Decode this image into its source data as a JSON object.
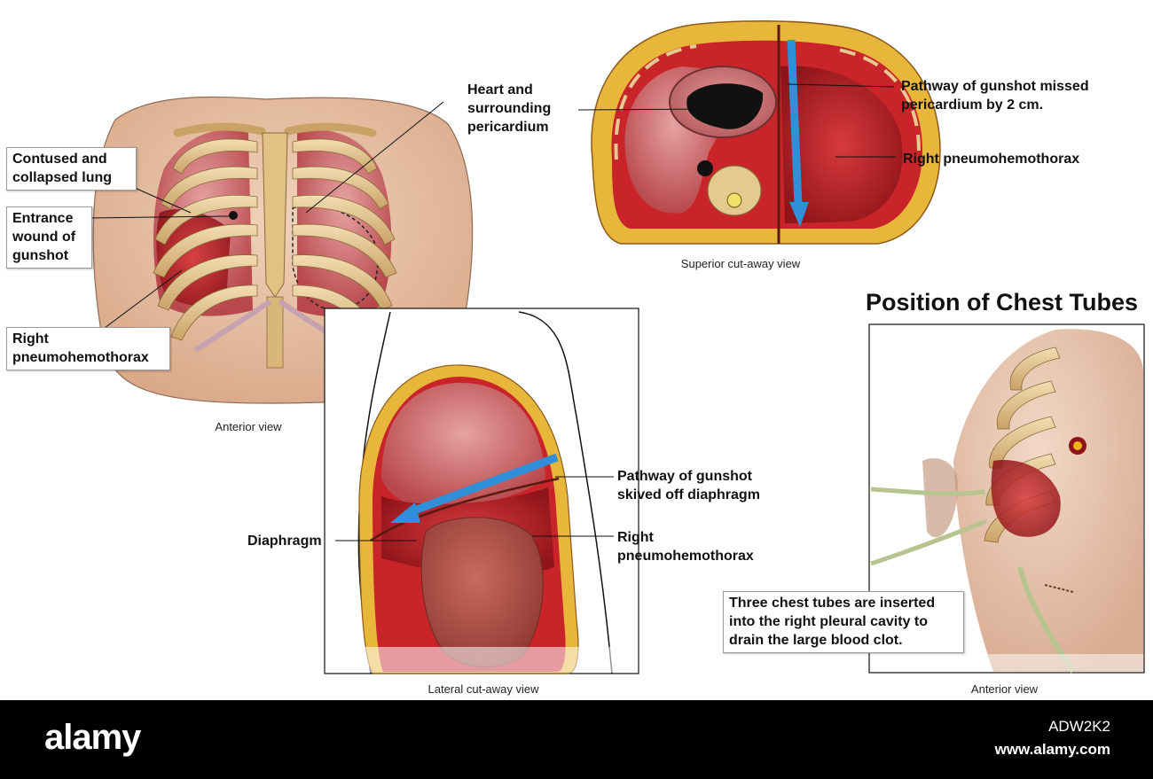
{
  "anterior_panel": {
    "labels": {
      "contused_lung": "Contused and\ncollapsed lung",
      "entrance_wound": "Entrance\nwound of\ngunshot",
      "right_pneumo": "Right\npneumohemothorax"
    },
    "caption": "Anterior view"
  },
  "superior_panel": {
    "labels": {
      "heart": "Heart and\nsurrounding\npericardium",
      "pathway": "Pathway of gunshot missed\npericardium by 2 cm.",
      "right_pneumo": "Right pneumohemothorax"
    },
    "caption": "Superior cut-away view"
  },
  "lateral_panel": {
    "labels": {
      "pathway": "Pathway of gunshot\nskived off diaphragm",
      "diaphragm": "Diaphragm",
      "right_pneumo": "Right\npneumohemothorax"
    },
    "caption": "Lateral cut-away view"
  },
  "chest_tubes_panel": {
    "title": "Position of Chest Tubes",
    "note": "Three chest tubes are inserted\ninto the right pleural cavity to\ndrain the large blood clot.",
    "caption": "Anterior view"
  },
  "footer": {
    "brand": "alamy",
    "image_code": "ADW2K2",
    "url": "www.alamy.com"
  },
  "colors": {
    "tissue_red": "#c8242a",
    "lung_pink": "#d88a8c",
    "bone": "#e6c98e",
    "fat_yellow": "#e8b63a",
    "arrow_blue": "#2f8fd8",
    "skin": "#e8c4a8"
  }
}
